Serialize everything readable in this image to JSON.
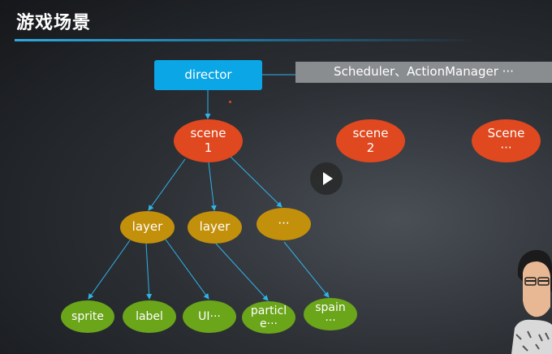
{
  "title": "游戏场景",
  "director": "director",
  "scheduler": "Scheduler、ActionManager ···",
  "scenes": [
    {
      "line1": "scene",
      "line2": "1"
    },
    {
      "line1": "scene",
      "line2": "2"
    },
    {
      "line1": "Scene",
      "line2": "···"
    }
  ],
  "layers": [
    "layer",
    "layer",
    "···"
  ],
  "leaves": [
    {
      "line1": "sprite",
      "line2": ""
    },
    {
      "line1": "label",
      "line2": ""
    },
    {
      "line1": "UI···",
      "line2": ""
    },
    {
      "line1": "particl",
      "line2": "e···"
    },
    {
      "line1": "spain",
      "line2": "···"
    }
  ],
  "colors": {
    "director": "#0aa6e6",
    "scheduler_box": "#8a8d90",
    "scene": "#e0481f",
    "layer": "#c3900b",
    "leaf": "#6aa51a",
    "connector": "#2fb3e8",
    "title_rule": "#2fa9e0"
  },
  "icons": {
    "play": "play-icon",
    "presenter": "presenter-video-thumbnail"
  }
}
